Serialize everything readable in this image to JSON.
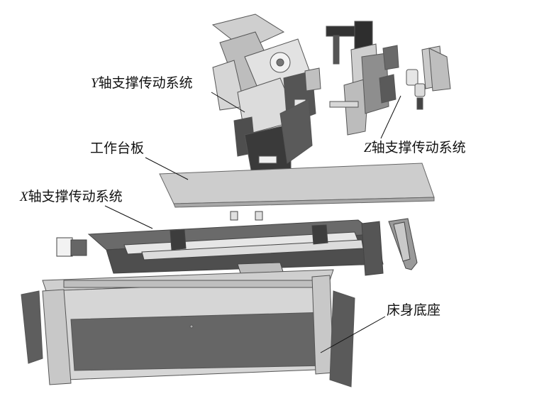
{
  "labels": {
    "y_axis": {
      "axis_letter": "Y",
      "text": "轴支撑传动系统"
    },
    "z_axis": {
      "axis_letter": "Z",
      "text": "轴支撑传动系统"
    },
    "worktable": {
      "text": "工作台板"
    },
    "x_axis": {
      "axis_letter": "X",
      "text": "轴支撑传动系统"
    },
    "bed_base": {
      "text": "床身底座"
    }
  },
  "colors": {
    "light": "#d9d9d9",
    "mid": "#a8a8a8",
    "dark": "#6e6e6e",
    "darker": "#4a4a4a",
    "black": "#2a2a2a"
  }
}
